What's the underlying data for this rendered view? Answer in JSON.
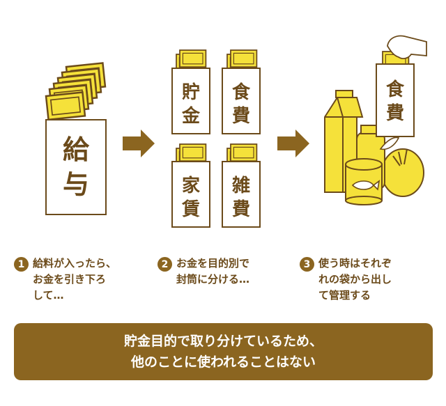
{
  "envelopes": {
    "salary": [
      "給",
      "与"
    ],
    "savings": [
      "貯",
      "金"
    ],
    "food": [
      "食",
      "費"
    ],
    "rent": [
      "家",
      "賃"
    ],
    "misc": [
      "雑",
      "費"
    ],
    "food_used": [
      "食",
      "費"
    ]
  },
  "steps": [
    {
      "number": "1",
      "text": "給料が入ったら、\nお金を引き下ろ\nして…"
    },
    {
      "number": "2",
      "text": "お金を目的別で\n封筒に分ける…"
    },
    {
      "number": "3",
      "text": "使う時はそれぞ\nれの袋から出し\nて管理する"
    }
  ],
  "banner": {
    "line1": "貯金目的で取り分けているため、",
    "line2": "他のことに使われることはない"
  },
  "colors": {
    "brown": "#8b6520",
    "dark_brown": "#6b4a1a",
    "gold": "#f5e13a",
    "paper": "#ffffff"
  },
  "icons": [
    "banknote-icon",
    "arrow-right-icon",
    "hand-icon",
    "grocery-bag-icon"
  ]
}
